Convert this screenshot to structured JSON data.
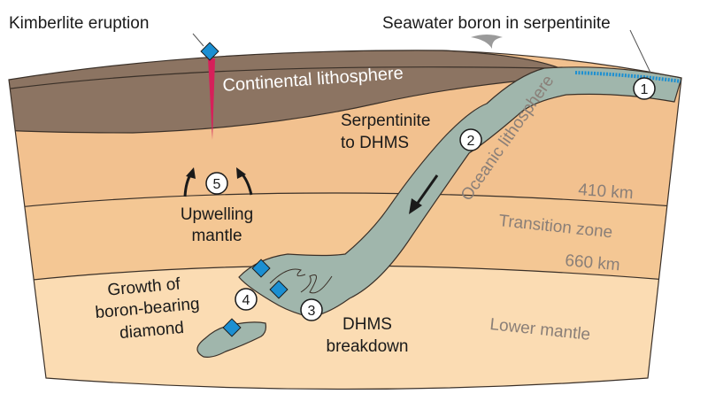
{
  "title_labels": {
    "kimberlite": "Kimberlite eruption",
    "seawater": "Seawater boron in serpentinite"
  },
  "layers": {
    "continental": "Continental lithosphere",
    "oceanic": "Oceanic lithosphere",
    "d410": "410 km",
    "transition": "Transition zone",
    "d660": "660 km",
    "lower": "Lower mantle"
  },
  "steps": {
    "s1": "1",
    "s2": "2",
    "s3": "3",
    "s4": "4",
    "s5": "5"
  },
  "annotations": {
    "serp1": "Serpentinite",
    "serp2": "to DHMS",
    "up1": "Upwelling",
    "up2": "mantle",
    "grow1": "Growth of",
    "grow2": "boron-bearing",
    "grow3": "diamond",
    "dhms1": "DHMS",
    "dhms2": "breakdown"
  },
  "colors": {
    "crust": "#8c7462",
    "upper_mantle": "#f2c18f",
    "transition": "#f4c794",
    "lower_mantle": "#fbdcb3",
    "slab": "#a0b6ac",
    "diamond": "#1b8fd2",
    "kimberlite": "#d6205a"
  }
}
